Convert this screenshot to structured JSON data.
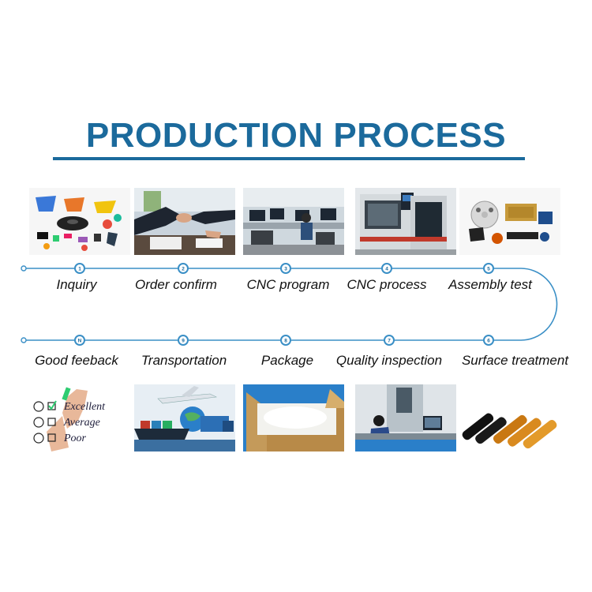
{
  "title": "PRODUCTION PROCESS",
  "colors": {
    "accent": "#1b6a9c",
    "line": "#3a8fc6"
  },
  "steps": [
    {
      "number": "1",
      "label": "Inquiry",
      "image": "plastic-parts-photo"
    },
    {
      "number": "2",
      "label": "Order confirm",
      "image": "handshake-photo"
    },
    {
      "number": "3",
      "label": "CNC program",
      "image": "programming-office-photo"
    },
    {
      "number": "4",
      "label": "CNC process",
      "image": "cnc-machine-photo"
    },
    {
      "number": "5",
      "label": "Assembly test",
      "image": "assembled-parts-photo"
    },
    {
      "number": "6",
      "label": "Surface treatment",
      "image": "anodized-parts-photo"
    },
    {
      "number": "7",
      "label": "Quality inspection",
      "image": "inspection-lab-photo"
    },
    {
      "number": "8",
      "label": "Package",
      "image": "carton-box-photo"
    },
    {
      "number": "9",
      "label": "Transportation",
      "image": "airplane-ship-truck-photo"
    },
    {
      "number": "N",
      "label": "Good feeback",
      "image": "feedback-checklist-photo"
    }
  ],
  "feedback_options": [
    "Excellent",
    "Average",
    "Poor"
  ]
}
